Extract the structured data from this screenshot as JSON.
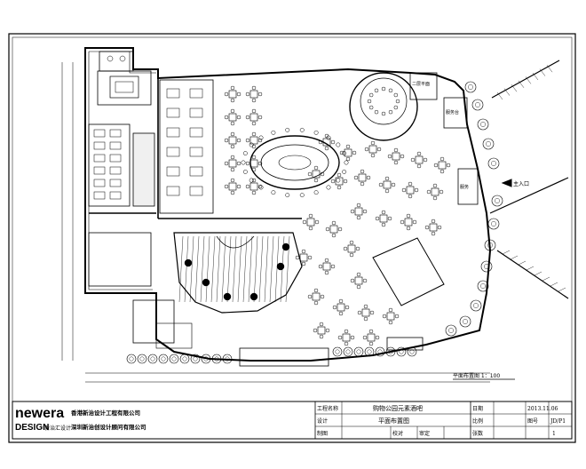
{
  "drawing": {
    "plan_caption": "平面布置图  1：100",
    "entrance_label": "主入口",
    "rooms": {
      "room_top_right": "二层平面",
      "room_right_mid": "服务台",
      "room_right_low": "服务"
    }
  },
  "title_block": {
    "logo_text": "newera",
    "logo_sub_text": "DESIGN",
    "logo_cn": "新治汇设计",
    "company_1": "香港新治设计工程有限公司",
    "company_2": "深圳新治创设计顾问有限公司",
    "project_name": "购物公园元素酒吧",
    "drawing_title": "平面布置图",
    "date": "2013.11.06",
    "drawing_number": "JD/P1",
    "sheet_number": "1",
    "field_labels": {
      "project_label": "工程名称",
      "design_label": "设计",
      "draw_label": "制图",
      "check_label": "校对",
      "approve_label": "审定",
      "scale_label": "比例",
      "date_label": "日期",
      "no_label": "图号",
      "sheet_label": "张数"
    }
  }
}
